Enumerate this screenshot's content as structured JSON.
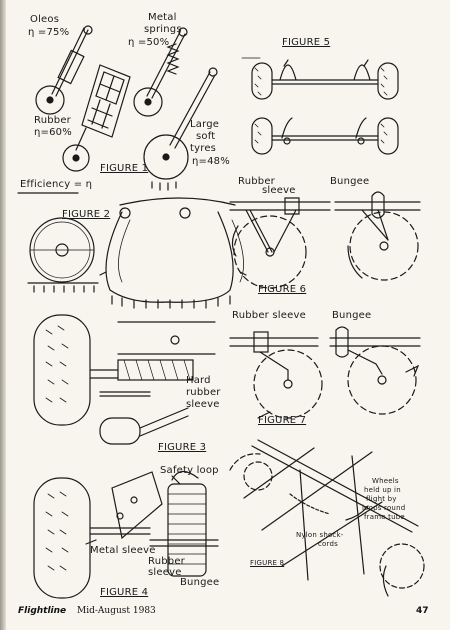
{
  "figure1": {
    "oleos": "Oleos",
    "oleos_eff": "η =75%",
    "metal_springs_1": "Metal",
    "metal_springs_2": "springs",
    "metal_eff": "η =50%",
    "rubber": "Rubber",
    "rubber_eff": "η=60%",
    "large_1": "Large",
    "large_2": "soft",
    "large_3": "tyres",
    "large_eff": "η=48%",
    "caption": "FIGURE 1",
    "efficiency_note": "Efficiency = η"
  },
  "figure2": {
    "caption": "FIGURE 2"
  },
  "figure3": {
    "hard_1": "Hard",
    "hard_2": "rubber",
    "hard_3": "sleeve",
    "caption": "FIGURE 3"
  },
  "figure4": {
    "safety_loop": "Safety loop",
    "metal_sleeve": "Metal sleeve",
    "rubber_1": "Rubber",
    "rubber_2": "sleeve",
    "bungee": "Bungee",
    "caption": "FIGURE 4"
  },
  "figure5": {
    "caption": "FIGURE 5"
  },
  "figure6": {
    "rubber_1": "Rubber",
    "rubber_2": "sleeve",
    "bungee": "Bungee",
    "caption": "FIGURE 6"
  },
  "figure7": {
    "rubber_sleeve": "Rubber sleeve",
    "bungee": "Bungee",
    "caption": "FIGURE 7"
  },
  "figure8": {
    "wheels_1": "Wheels",
    "wheels_2": "held up in",
    "wheels_3": "flight by",
    "wheels_4": "loops round",
    "wheels_5": "frame tube",
    "nylon_1": "Nylon shock-",
    "nylon_2": "cords",
    "caption": "FIGURE 8"
  },
  "footer": {
    "brand": "Flightline",
    "issue": "Mid-August 1983",
    "page": "47"
  }
}
